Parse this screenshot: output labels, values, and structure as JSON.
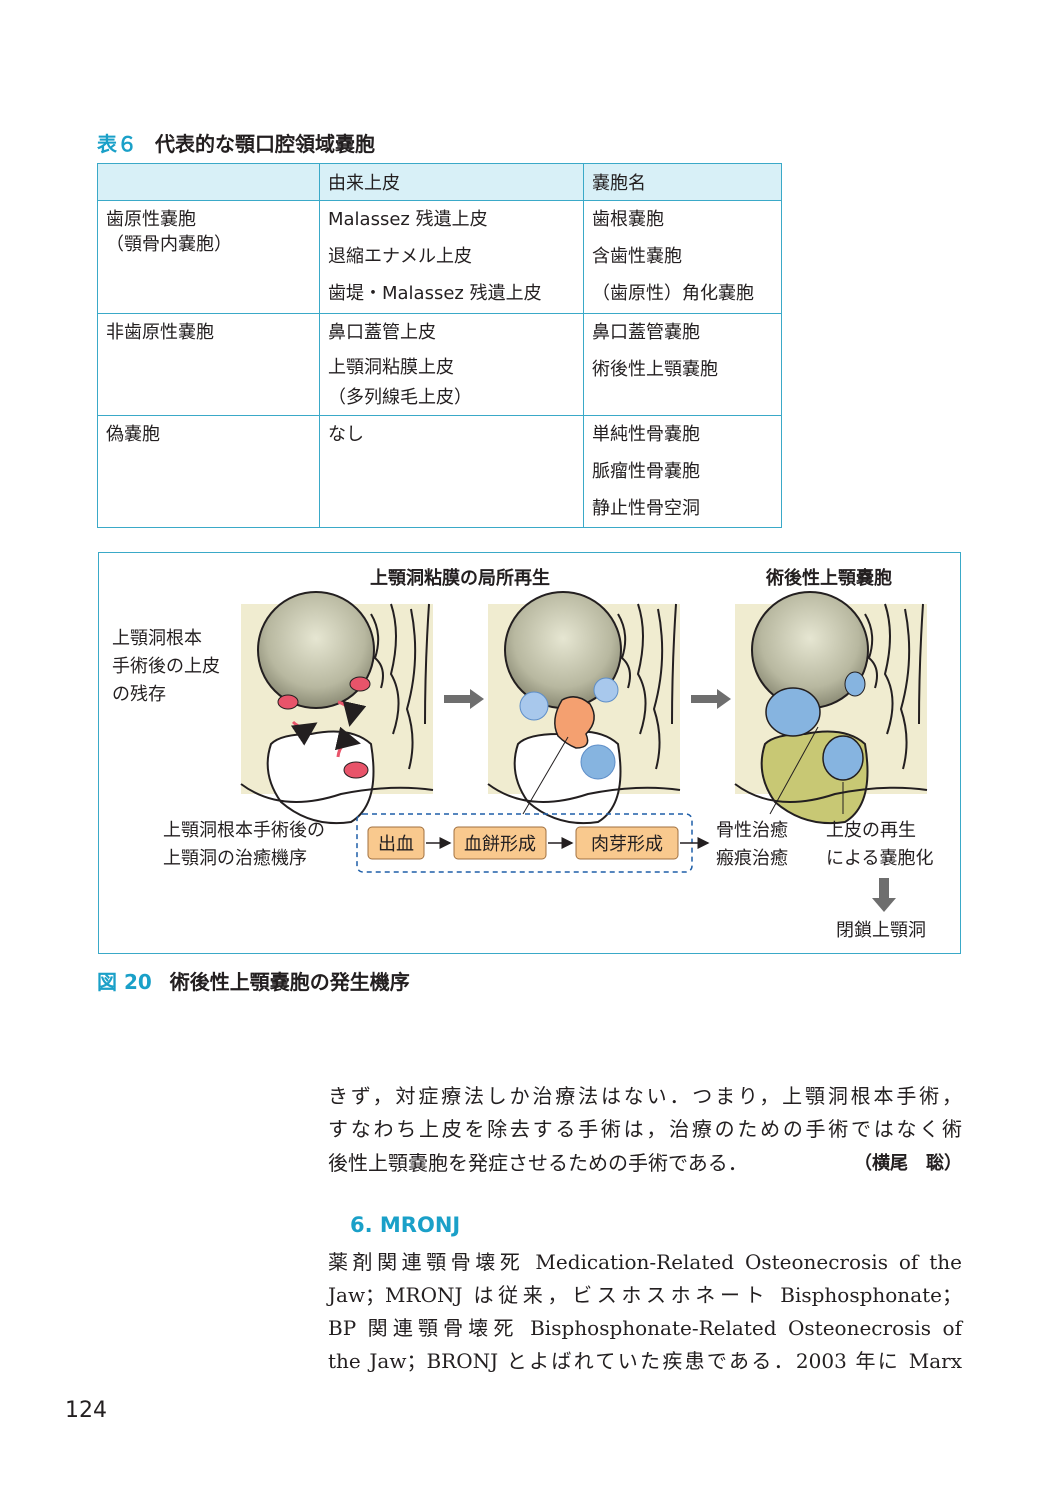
{
  "table": {
    "caption_num": "表６",
    "caption_title": "代表的な顎口腔領域嚢胞",
    "header": [
      "",
      "由来上皮",
      "嚢胞名"
    ],
    "groups": [
      {
        "category": [
          "歯原性嚢胞",
          "（顎骨内嚢胞）"
        ],
        "origins": [
          "Malassez 残遺上皮",
          "退縮エナメル上皮",
          "歯堤・Malassez 残遺上皮"
        ],
        "cysts": [
          "歯根嚢胞",
          "含歯性嚢胞",
          "（歯原性）角化嚢胞"
        ]
      },
      {
        "category": [
          "非歯原性嚢胞"
        ],
        "origins": [
          "鼻口蓋管上皮",
          "上顎洞粘膜上皮",
          "（多列線毛上皮）"
        ],
        "cysts": [
          "鼻口蓋管嚢胞",
          "術後性上顎嚢胞"
        ]
      },
      {
        "category": [
          "偽嚢胞"
        ],
        "origins": [
          "なし"
        ],
        "cysts": [
          "単純性骨嚢胞",
          "脈瘤性骨嚢胞",
          "静止性骨空洞"
        ]
      }
    ]
  },
  "figure": {
    "title_middle": "上顎洞粘膜の局所再生",
    "title_right": "術後性上顎嚢胞",
    "left_label": [
      "上顎洞根本",
      "手術後の上皮",
      "の残存"
    ],
    "process_label": [
      "上顎洞根本手術後の",
      "上顎洞の治癒機序"
    ],
    "steps": [
      "出血",
      "血餅形成",
      "肉芽形成"
    ],
    "outcome_bone": [
      "骨性治癒",
      "瘢痕治癒"
    ],
    "outcome_epi": [
      "上皮の再生",
      "による嚢胞化"
    ],
    "result": "閉鎖上顎洞",
    "caption_num": "図 20",
    "caption_title": "術後性上顎嚢胞の発生機序",
    "colors": {
      "frame": "#3aa9c8",
      "bone": "#f0ecd0",
      "step_fill": "#f9c98e",
      "cyst_blue": "#86b4e0",
      "granulation": "#f4a070",
      "epithelium": "#e8546a",
      "fill_olive": "#c8c874"
    }
  },
  "body": {
    "para1": [
      "きず，対症療法しか治療法はない．つまり，上顎洞根本手術，",
      "すなわち上皮を除去する手術は，治療のための手術ではなく術",
      "後性上顎嚢胞を発症させるための手術である．"
    ],
    "author": "（横尾　聡）",
    "section_heading": "6. MRONJ",
    "para2": [
      "薬剤関連顎骨壊死 Medication-Related Osteonecrosis of the",
      "Jaw；MRONJ は従来，ビスホスホネート Bisphosphonate；",
      "BP 関連顎骨壊死 Bisphosphonate-Related Osteonecrosis of",
      "the Jaw；BRONJ とよばれていた疾患である．2003 年に Marx"
    ]
  },
  "page_number": "124"
}
